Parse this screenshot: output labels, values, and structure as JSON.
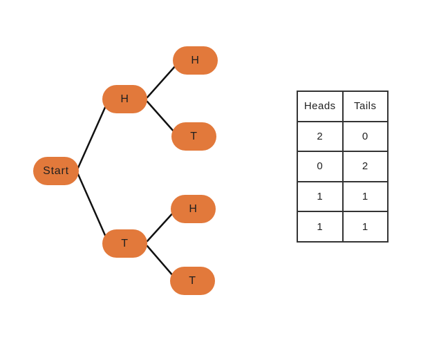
{
  "colors": {
    "node_fill": "#e2793b",
    "edge": "#111111",
    "table_border": "#333333",
    "text": "#1f1f1f",
    "background": "#ffffff"
  },
  "tree": {
    "nodes": [
      {
        "id": "start",
        "label": "Start"
      },
      {
        "id": "h",
        "label": "H"
      },
      {
        "id": "t",
        "label": "T"
      },
      {
        "id": "h-h",
        "label": "H"
      },
      {
        "id": "h-t",
        "label": "T"
      },
      {
        "id": "t-h",
        "label": "H"
      },
      {
        "id": "t-t",
        "label": "T"
      }
    ]
  },
  "table": {
    "headers": [
      "Heads",
      "Tails"
    ],
    "rows": [
      [
        "2",
        "0"
      ],
      [
        "0",
        "2"
      ],
      [
        "1",
        "1"
      ],
      [
        "1",
        "1"
      ]
    ]
  }
}
